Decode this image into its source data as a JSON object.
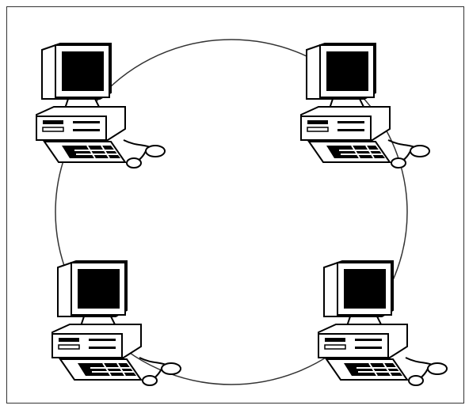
{
  "diagram": {
    "topology": "ring",
    "nodes": [
      {
        "icon": "desktop-computer-icon",
        "name": "top-left"
      },
      {
        "icon": "desktop-computer-icon",
        "name": "top-right"
      },
      {
        "icon": "desktop-computer-icon",
        "name": "bottom-left"
      },
      {
        "icon": "desktop-computer-icon",
        "name": "bottom-right"
      }
    ],
    "colors": {
      "line": "#333333",
      "fill": "#000000",
      "background": "#ffffff"
    }
  }
}
